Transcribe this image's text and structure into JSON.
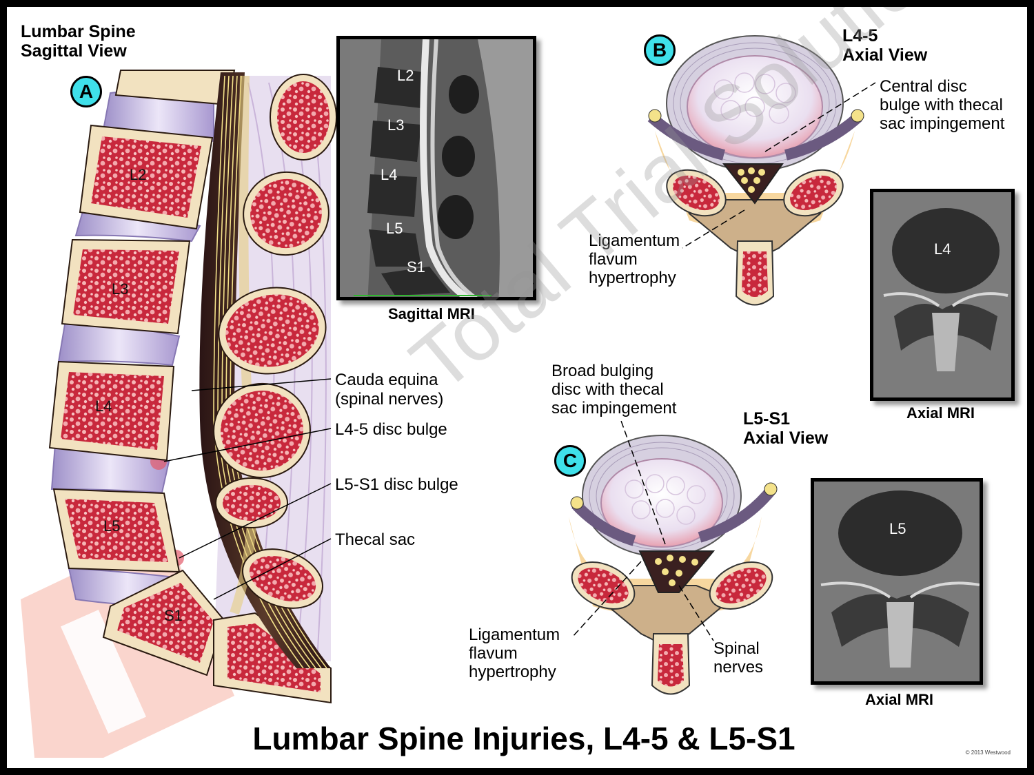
{
  "panel_a": {
    "badge": "A",
    "title_line1": "Lumbar Spine",
    "title_line2": "Sagittal View",
    "vertebrae": [
      "L2",
      "L3",
      "L4",
      "L5",
      "S1"
    ]
  },
  "sagittal_mri": {
    "caption": "Sagittal MRI",
    "labels": [
      "L2",
      "L3",
      "L4",
      "L5",
      "S1"
    ]
  },
  "callouts_a": {
    "cauda_line1": "Cauda equina",
    "cauda_line2": "(spinal nerves)",
    "l45_bulge": "L4-5 disc bulge",
    "l5s1_bulge": "L5-S1 disc bulge",
    "thecal_sac": "Thecal sac"
  },
  "panel_b": {
    "badge": "B",
    "title_line1": "L4-5",
    "title_line2": "Axial View",
    "bulge_line1": "Central disc",
    "bulge_line2": "bulge with thecal",
    "bulge_line3": "sac impingement",
    "lig_line1": "Ligamentum",
    "lig_line2": "flavum",
    "lig_line3": "hypertrophy"
  },
  "axial_mri_b": {
    "label": "L4",
    "caption": "Axial MRI"
  },
  "panel_c": {
    "badge": "C",
    "title_line1": "L5-S1",
    "title_line2": "Axial View",
    "broad_line1": "Broad bulging",
    "broad_line2": "disc with thecal",
    "broad_line3": "sac impingement",
    "lig_line1": "Ligamentum",
    "lig_line2": "flavum",
    "lig_line3": "hypertrophy",
    "nerves_line1": "Spinal",
    "nerves_line2": "nerves"
  },
  "axial_mri_c": {
    "label": "L5",
    "caption": "Axial MRI"
  },
  "main_title": "Lumbar Spine Injuries, L4-5 & L5-S1",
  "watermark": "Total Trial Solutions",
  "copyright": "© 2013 Westwood",
  "colors": {
    "badge": "#3fe0ea",
    "bone": "#c8283c",
    "bone_rim": "#f2e2c0",
    "disc": "#cdb8e8",
    "nerve": "#f4e28a"
  }
}
